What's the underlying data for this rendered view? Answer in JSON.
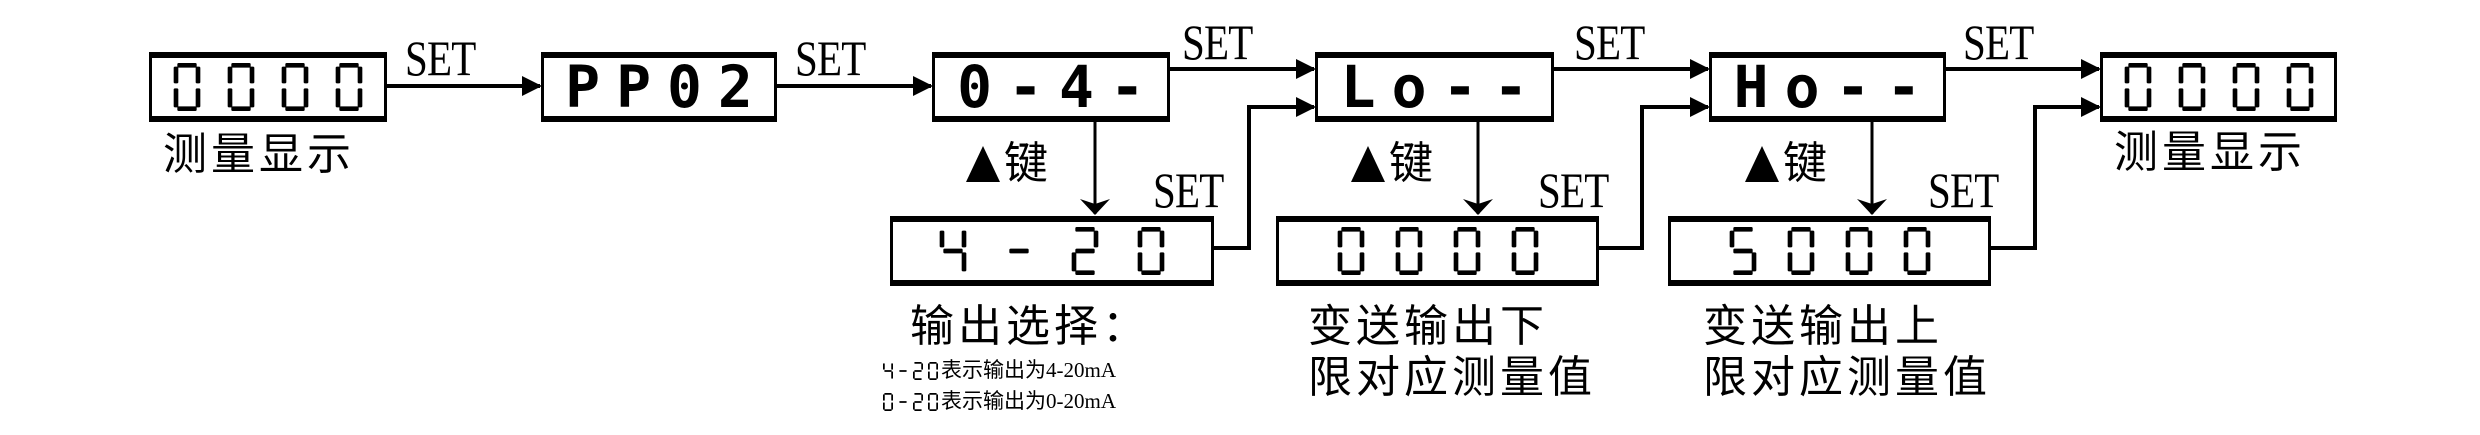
{
  "set_label": "SET",
  "key_label": "键",
  "displays": {
    "measure_start": "0000",
    "pp02": "PP02",
    "output_mode": "0-4-",
    "output_select": "4-20",
    "low": "Lo--",
    "low_value": "0000",
    "high": "Ho--",
    "high_value": "5000",
    "measure_end": "0000"
  },
  "captions": {
    "measure_start": "测量显示",
    "measure_end": "测量显示",
    "output_select_title": "输出选择：",
    "output_note_1_code": "4-20",
    "output_note_1_text": "表示输出为4-20mA",
    "output_note_2_code": "0-20",
    "output_note_2_text": "表示输出为0-20mA",
    "low_line1": "变送输出下",
    "low_line2": "限对应测量值",
    "high_line1": "变送输出上",
    "high_line2": "限对应测量值"
  },
  "icons": {
    "up_key": "triangle-up-icon",
    "arrow": "arrow-right-icon"
  },
  "colors": {
    "ink": "#000000",
    "background": "#ffffff"
  }
}
